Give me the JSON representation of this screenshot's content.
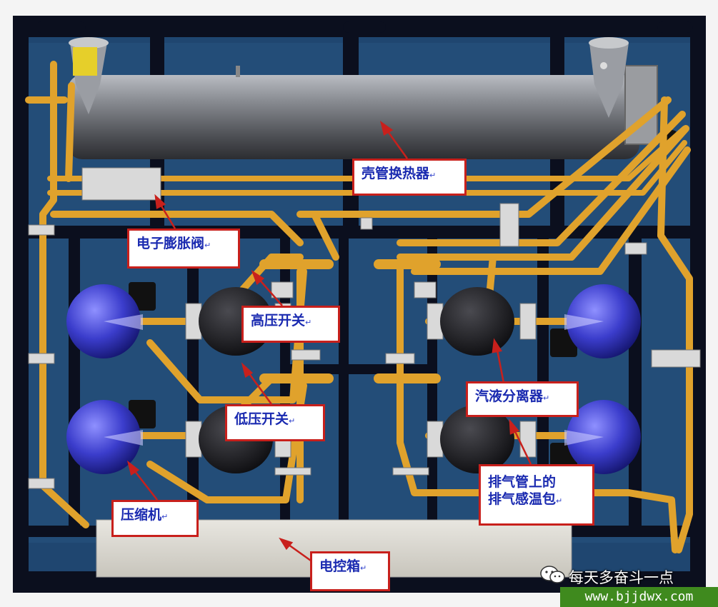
{
  "labels": {
    "heat_exchanger": "壳管换热器",
    "expansion_valve": "电子膨胀阀",
    "high_pressure_switch": "高压开关",
    "gas_liquid_separator": "汽液分离器",
    "low_pressure_switch": "低压开关",
    "discharge_sensor_line1": "排气管上的",
    "discharge_sensor_line2": "排气感温包",
    "compressor": "压缩机",
    "control_box": "电控箱"
  },
  "paragraph_mark": "↵",
  "watermark": {
    "name": "每天多奋斗一点",
    "url": "www.bjjdwx.com",
    "icon": "wechat-icon"
  },
  "colors": {
    "frame": "#0b0f1e",
    "panel": "#1d3f66",
    "pipe": "#e0a22c",
    "compressor_blue": "#3d3fd0",
    "callout_border": "#c8201c",
    "callout_text": "#1a2ab0",
    "watermark_green": "#3f8a1e"
  }
}
